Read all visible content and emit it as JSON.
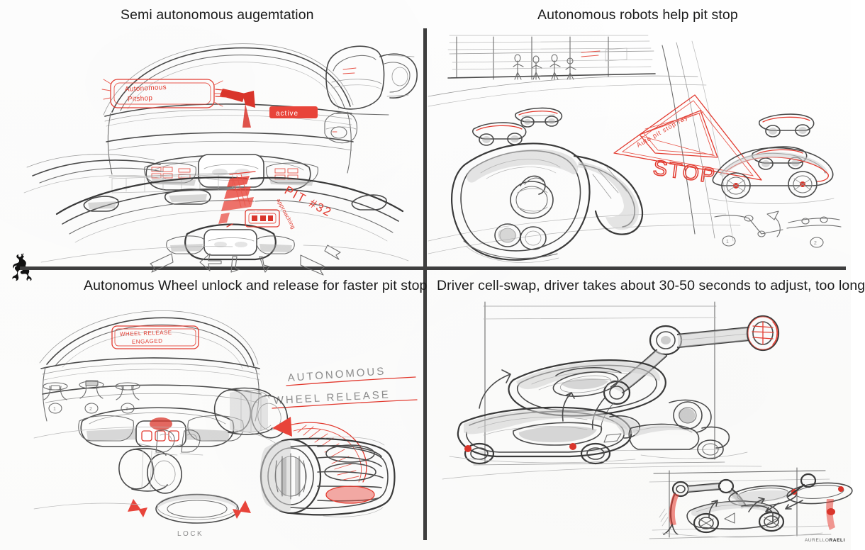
{
  "board": {
    "brand_logo": "ferrari-prancing-horse",
    "background_color": "#fdfdfc",
    "divider_color": "#3e3e3e",
    "accent_color": "#e23b30",
    "pencil_color": "#6e6e6e",
    "signature": "AURELLO",
    "signature_bold": "RAELI"
  },
  "panels": [
    {
      "id": "semi-autonomous-augmentation",
      "title": "Semi autonomous augemtation",
      "annotations": [
        {
          "text": "Autonomous",
          "style": "red-box"
        },
        {
          "text": "Pitshop",
          "style": "red-box"
        },
        {
          "text": "active",
          "style": "red-filled-box"
        },
        {
          "text": "PIT #32",
          "style": "red-angled"
        },
        {
          "text": "approaching",
          "style": "red-angled-small"
        }
      ],
      "notes": "Cockpit steering-wheel view with HUD overlay, helmet study, track-forward view with red guidance arrows"
    },
    {
      "id": "autonomous-robots-pit-stop",
      "title": "Autonomous robots help pit stop",
      "annotations": [
        {
          "text": "Auto pit stop ray",
          "style": "red-angled"
        },
        {
          "text": "STOP",
          "style": "red-large"
        },
        {
          "text": "1",
          "style": "circle-number"
        },
        {
          "text": "2",
          "style": "circle-number"
        }
      ],
      "notes": "Pit lane with robot carts converging on car, red projected STOP triangle, robot cart side elevation"
    },
    {
      "id": "autonomous-wheel-release",
      "title": "Autonomus Wheel unlock and release for faster pit stop",
      "annotations": [
        {
          "text": "WHEEL RELEASE",
          "style": "red-box"
        },
        {
          "text": "ENGAGED",
          "style": "red-box"
        },
        {
          "text": "AUTONOMOUS",
          "style": "grey-underlined"
        },
        {
          "text": "WHEEL RELEASE",
          "style": "grey-underlined"
        },
        {
          "text": "LOCK",
          "style": "grey-caps"
        },
        {
          "text": "1",
          "style": "circle-number"
        },
        {
          "text": "2",
          "style": "circle-number"
        },
        {
          "text": "3",
          "style": "circle-number"
        }
      ],
      "notes": "Cockpit with wheel-release HUD, detached tyre, hub locking mechanism close-up, lock sequence studies"
    },
    {
      "id": "driver-cell-swap",
      "title": "Driver cell-swap, driver takes about 30-50 seconds to adjust, too long",
      "annotations": [],
      "notes": "Perspective view of robotic arm lifting driver cell out of chassis, plus side elevation inset of swap sequence"
    }
  ]
}
